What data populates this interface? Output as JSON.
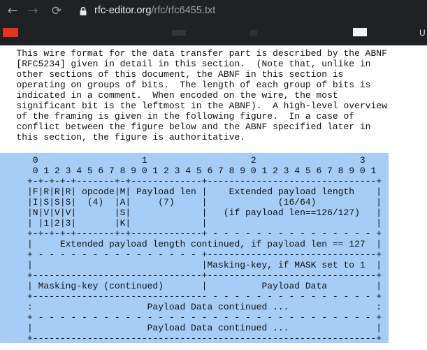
{
  "browser": {
    "nav": {
      "back": "←",
      "forward": "→",
      "reload": "⟳"
    },
    "url_host": "rfc-editor.org",
    "url_path": "/rfc/rfc6455.txt",
    "bookmark_edge": "U"
  },
  "document": {
    "paragraph_lines": [
      "   This wire format for the data transfer part is described by the ABNF",
      "   [RFC5234] given in detail in this section.  (Note that, unlike in",
      "   other sections of this document, the ABNF in this section is",
      "   operating on groups of bits.  The length of each group of bits is",
      "   indicated in a comment.  When encoded on the wire, the most",
      "   significant bit is the leftmost in the ABNF).  A high-level overview",
      "   of the framing is given in the following figure.  In a case of",
      "   conflict between the figure below and the ABNF specified later in",
      "   this section, the figure is authoritative."
    ],
    "figure_lines": [
      "      0                   1                   2                   3",
      "      0 1 2 3 4 5 6 7 8 9 0 1 2 3 4 5 6 7 8 9 0 1 2 3 4 5 6 7 8 9 0 1",
      "     +-+-+-+-+-------+-+-------------+-------------------------------+",
      "     |F|R|R|R| opcode|M| Payload len |    Extended payload length    |",
      "     |I|S|S|S|  (4)  |A|     (7)     |             (16/64)           |",
      "     |N|V|V|V|       |S|             |   (if payload len==126/127)   |",
      "     | |1|2|3|       |K|             |                               |",
      "     +-+-+-+-+-------+-+-------------+ - - - - - - - - - - - - - - - +",
      "     |     Extended payload length continued, if payload len == 127  |",
      "     + - - - - - - - - - - - - - - - +-------------------------------+",
      "     |                               |Masking-key, if MASK set to 1  |",
      "     +-------------------------------+-------------------------------+",
      "     | Masking-key (continued)       |          Payload Data         |",
      "     +-------------------------------- - - - - - - - - - - - - - - - +",
      "     :                     Payload Data continued ...                :",
      "     + - - - - - - - - - - - - - - - - - - - - - - - - - - - - - - - +",
      "     |                     Payload Data continued ...                |",
      "     +---------------------------------------------------------------+"
    ]
  },
  "colors": {
    "toolbar_bg": "#202124",
    "selection_bg": "#a5cdf6",
    "bookmark_red": "#e8331f"
  },
  "icons": [
    "back-arrow-icon",
    "forward-arrow-icon",
    "reload-icon",
    "lock-icon"
  ]
}
